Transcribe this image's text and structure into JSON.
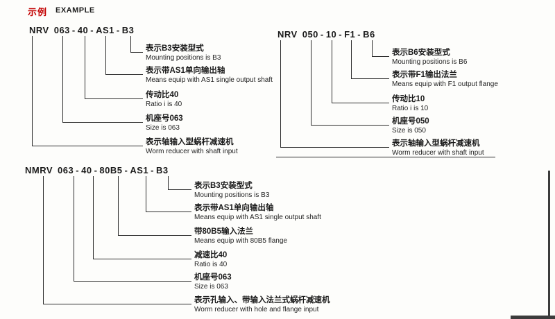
{
  "header": {
    "title_cn": "示例",
    "title_en": "EXAMPLE"
  },
  "sep": "-",
  "colors": {
    "accent": "#c30000",
    "line": "#2b2b2b"
  },
  "diagrams": [
    {
      "code": [
        "NRV",
        "063",
        "40",
        "AS1",
        "B3"
      ],
      "callouts": [
        {
          "cn": "表示B3安装型式",
          "en": "Mounting positions is B3"
        },
        {
          "cn": "表示带AS1单向输出轴",
          "en": "Means equip with AS1 single output shaft"
        },
        {
          "cn": "传动比40",
          "en": "Ratio i is 40"
        },
        {
          "cn": "机座号063",
          "en": "Size is 063"
        },
        {
          "cn": "表示轴输入型蜗杆减速机",
          "en": "Worm reducer with shaft input"
        }
      ]
    },
    {
      "code": [
        "NRV",
        "050",
        "10",
        "F1",
        "B6"
      ],
      "callouts": [
        {
          "cn": "表示B6安装型式",
          "en": "Mounting positions is B6"
        },
        {
          "cn": "表示带F1输出法兰",
          "en": "Means equip with F1 output flange"
        },
        {
          "cn": "传动比10",
          "en": "Ratio i is 10"
        },
        {
          "cn": "机座号050",
          "en": "Size is 050"
        },
        {
          "cn": "表示轴输入型蜗杆减速机",
          "en": "Worm reducer with shaft input"
        }
      ]
    },
    {
      "code": [
        "NMRV",
        "063",
        "40",
        "80B5",
        "AS1",
        "B3"
      ],
      "callouts": [
        {
          "cn": "表示B3安装型式",
          "en": "Mounting positions is B3"
        },
        {
          "cn": "表示带AS1单向输出轴",
          "en": "Means equip with AS1 single output shaft"
        },
        {
          "cn": "带80B5输入法兰",
          "en": "Means equip with 80B5 flange"
        },
        {
          "cn": "减速比40",
          "en": "Ratio is 40"
        },
        {
          "cn": "机座号063",
          "en": "Size is 063"
        },
        {
          "cn": "表示孔输入、带输入法兰式蜗杆减速机",
          "en": "Worm reducer with hole and flange input"
        }
      ]
    }
  ]
}
